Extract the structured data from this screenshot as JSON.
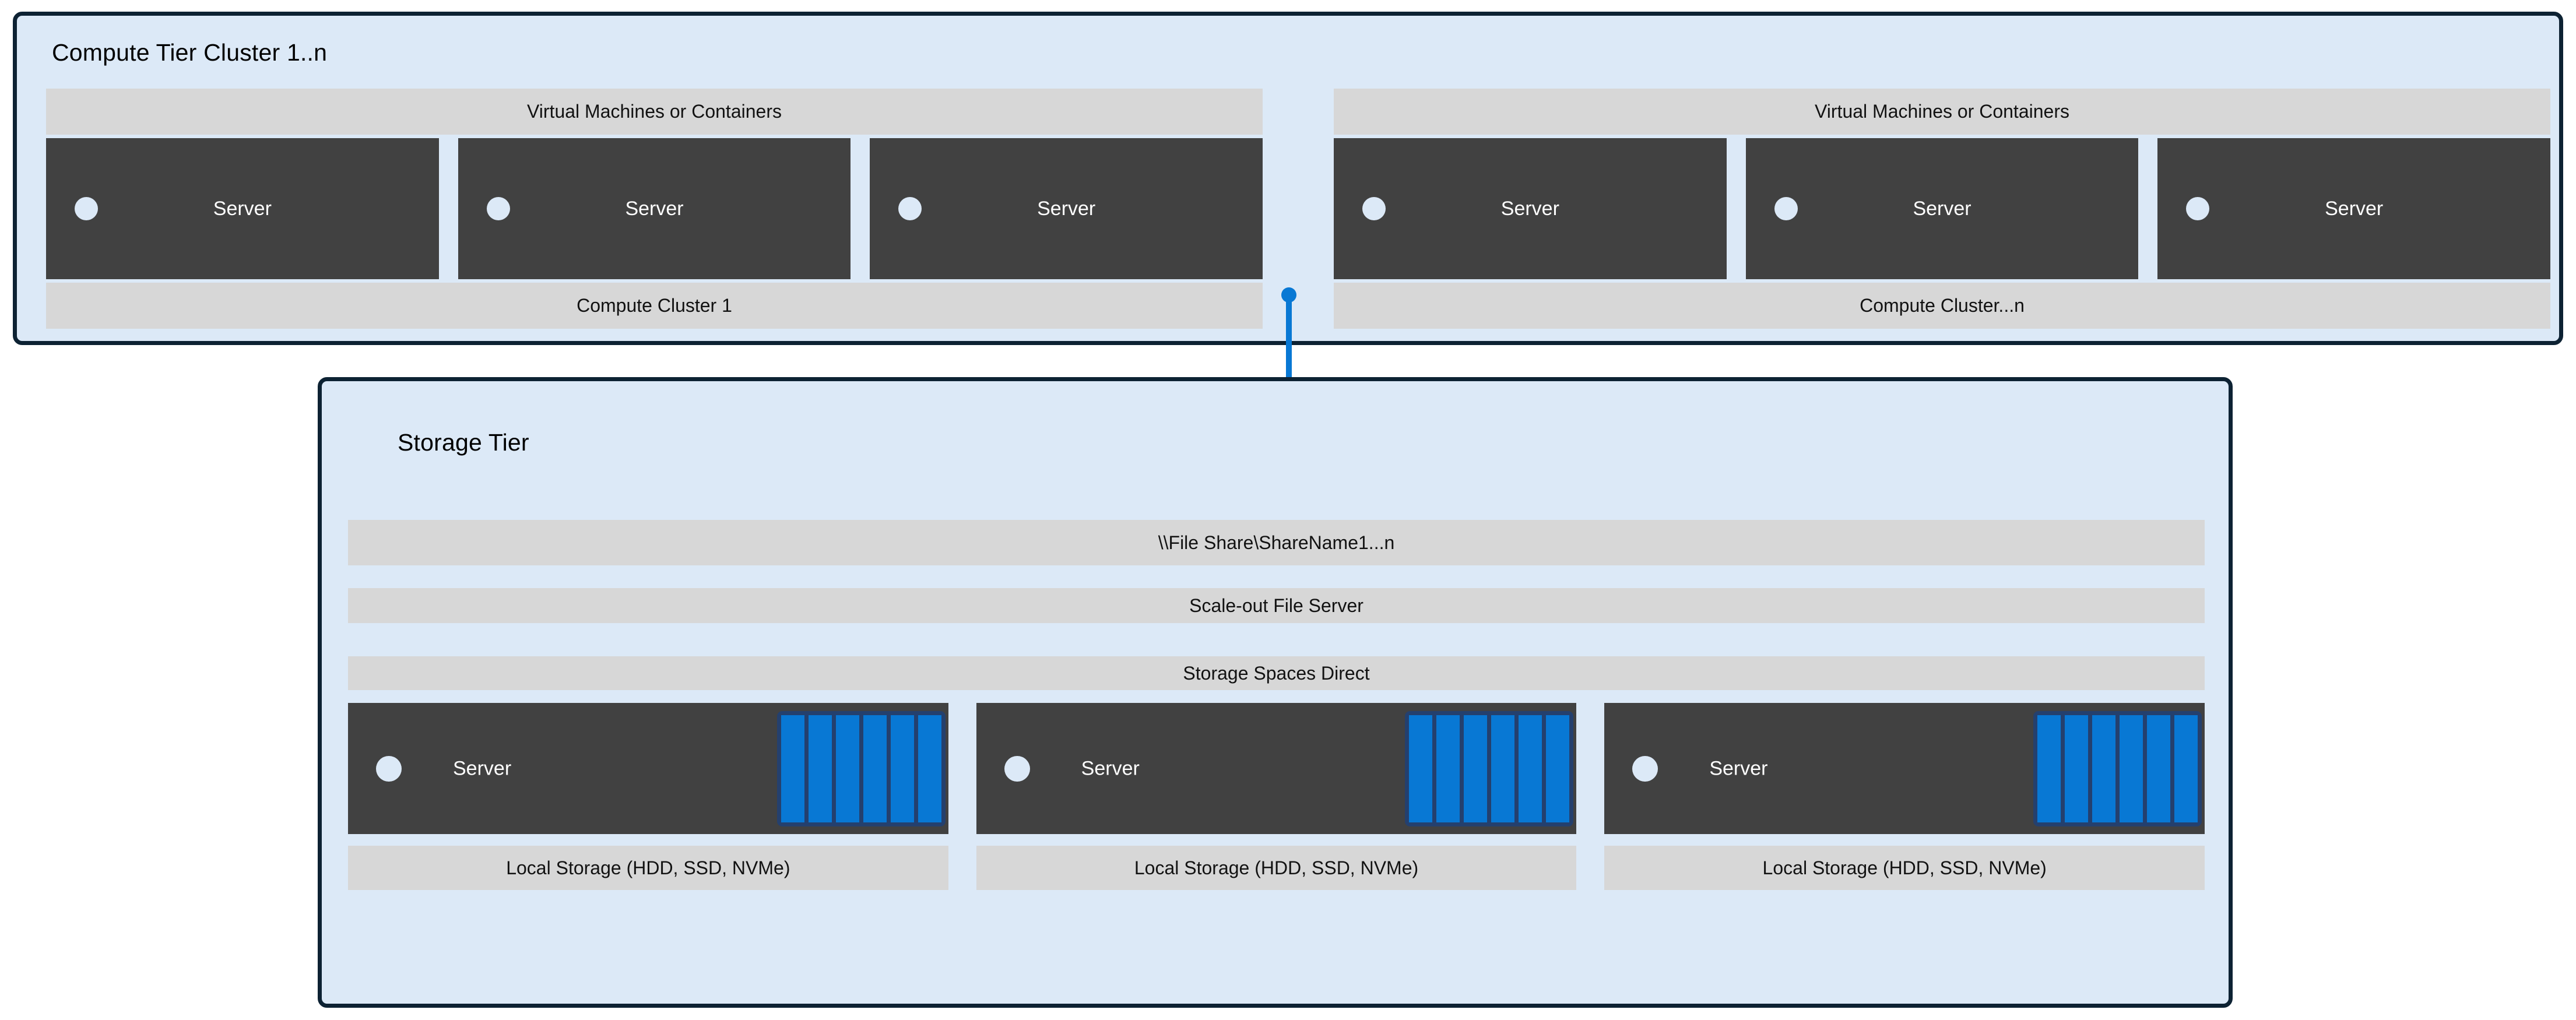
{
  "diagram": {
    "colors": {
      "tier_fill": "#dce9f7",
      "tier_border": "#0d2233",
      "band_fill": "#d7d7d7",
      "server_fill": "#414141",
      "accent_blue": "#0878d4",
      "disk_frame": "#24406e",
      "led": "#dce9f7"
    }
  },
  "compute_tier": {
    "title": "Compute Tier Cluster 1..n",
    "clusters": [
      {
        "header": "Virtual Machines or Containers",
        "footer": "Compute Cluster 1",
        "servers": [
          {
            "label": "Server"
          },
          {
            "label": "Server"
          },
          {
            "label": "Server"
          }
        ]
      },
      {
        "header": "Virtual Machines or Containers",
        "footer": "Compute Cluster...n",
        "servers": [
          {
            "label": "Server"
          },
          {
            "label": "Server"
          },
          {
            "label": "Server"
          }
        ]
      }
    ]
  },
  "connector": {
    "icon": "folder-icon"
  },
  "storage_tier": {
    "title": "Storage Tier",
    "bands": [
      {
        "label": "\\\\File Share\\ShareName1...n"
      },
      {
        "label": "Scale-out File Server"
      },
      {
        "label": "Storage Spaces Direct"
      }
    ],
    "nodes": [
      {
        "label": "Server",
        "footer": "Local Storage (HDD, SSD, NVMe)",
        "disk_count": 6
      },
      {
        "label": "Server",
        "footer": "Local Storage (HDD, SSD, NVMe)",
        "disk_count": 6
      },
      {
        "label": "Server",
        "footer": "Local Storage (HDD, SSD, NVMe)",
        "disk_count": 6
      }
    ]
  }
}
